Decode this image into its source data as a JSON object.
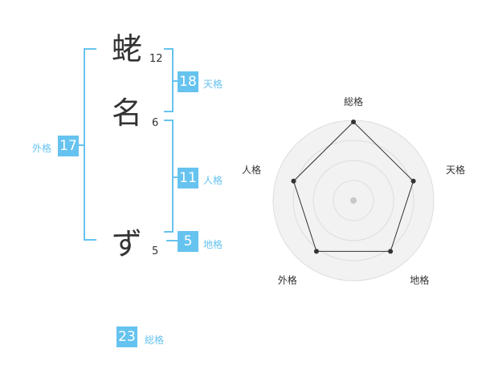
{
  "name_chars": [
    {
      "char": "蛯",
      "strokes": "12"
    },
    {
      "char": "名",
      "strokes": "6"
    },
    {
      "char": "ず",
      "strokes": "5"
    }
  ],
  "fortunes": {
    "tenkaku": {
      "label": "天格",
      "value": "18"
    },
    "jinkaku": {
      "label": "人格",
      "value": "11"
    },
    "chikaku": {
      "label": "地格",
      "value": "5"
    },
    "gaikaku": {
      "label": "外格",
      "value": "17"
    },
    "soukaku": {
      "label": "総格",
      "value": "23"
    }
  },
  "radar": {
    "axes": [
      "総格",
      "天格",
      "地格",
      "外格",
      "人格"
    ],
    "levels": 4,
    "values": [
      5,
      4,
      4,
      4,
      4
    ],
    "max": 5,
    "colors": {
      "ring_fill": "#f2f2f2",
      "ring_stroke": "#dddddd",
      "data_stroke": "#333333",
      "point": "#333333",
      "center": "#c8c8c8"
    }
  },
  "accent_color": "#66c3ef"
}
